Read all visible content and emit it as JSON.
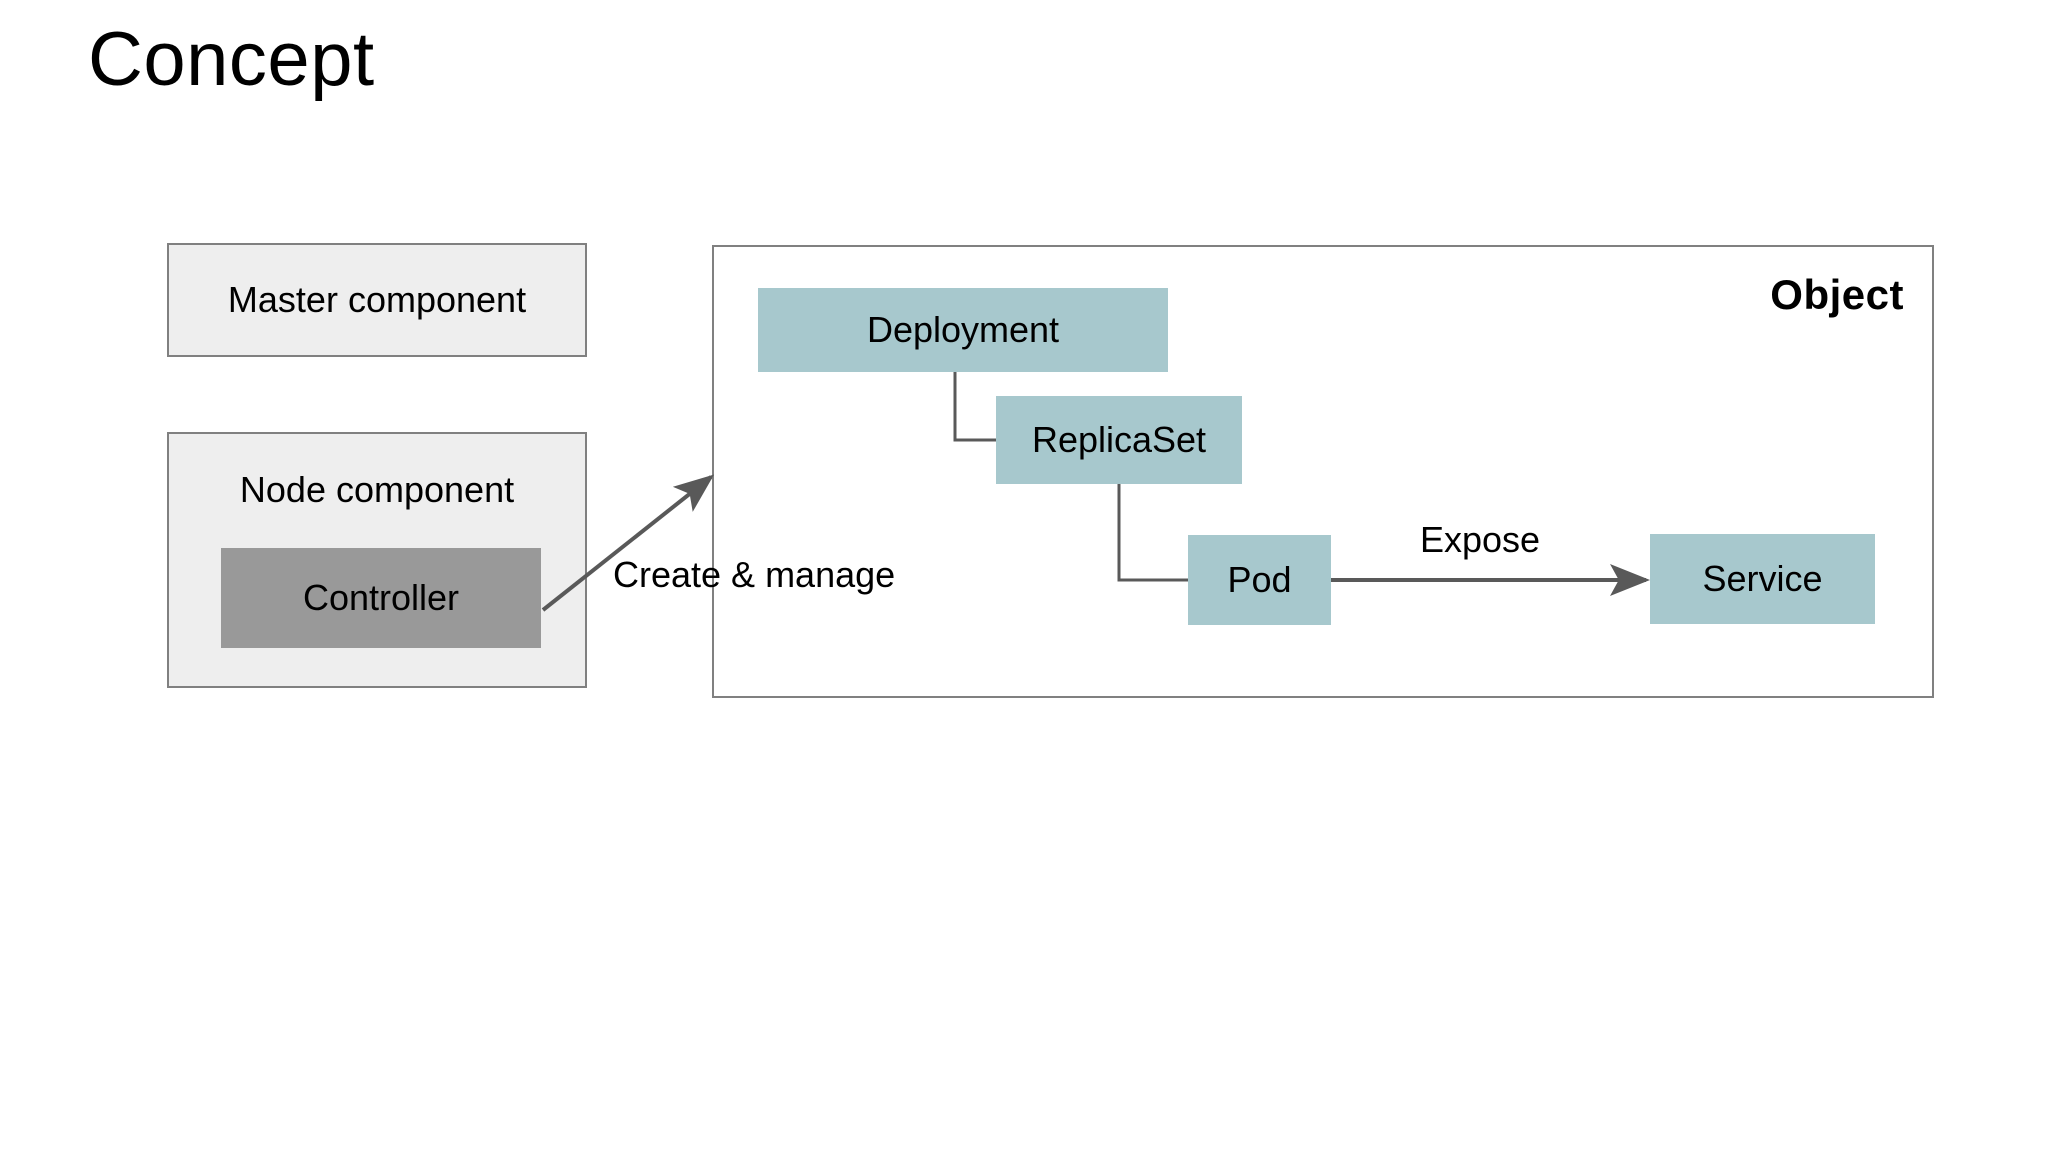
{
  "slide": {
    "title": "Concept",
    "background_color": "#ffffff"
  },
  "palette": {
    "group_fill": "#eeeeee",
    "group_border": "#808080",
    "controller_fill": "#999999",
    "resource_fill": "#a7c8cd",
    "connector_color": "#595959",
    "text_color": "#000000"
  },
  "left_column": {
    "master_group": {
      "label": "Master component"
    },
    "node_group": {
      "label": "Node component",
      "children": [
        {
          "label": "Controller"
        }
      ]
    }
  },
  "object_panel": {
    "title": "Object",
    "nodes": [
      {
        "id": "deployment",
        "label": "Deployment"
      },
      {
        "id": "replicaset",
        "label": "ReplicaSet"
      },
      {
        "id": "pod",
        "label": "Pod"
      },
      {
        "id": "service",
        "label": "Service"
      }
    ],
    "edges": [
      {
        "from": "deployment",
        "to": "replicaset",
        "label": "",
        "style": "elbow"
      },
      {
        "from": "replicaset",
        "to": "pod",
        "label": "",
        "style": "elbow"
      },
      {
        "from": "pod",
        "to": "service",
        "label": "Expose",
        "style": "arrow"
      }
    ]
  },
  "cross_edges": [
    {
      "from": "controller",
      "to": "object_panel",
      "label": "Create & manage",
      "style": "arrow"
    }
  ],
  "labels": {
    "create_manage": "Create & manage",
    "expose": "Expose"
  },
  "icons": {
    "arrowhead": "arrowhead-icon"
  }
}
